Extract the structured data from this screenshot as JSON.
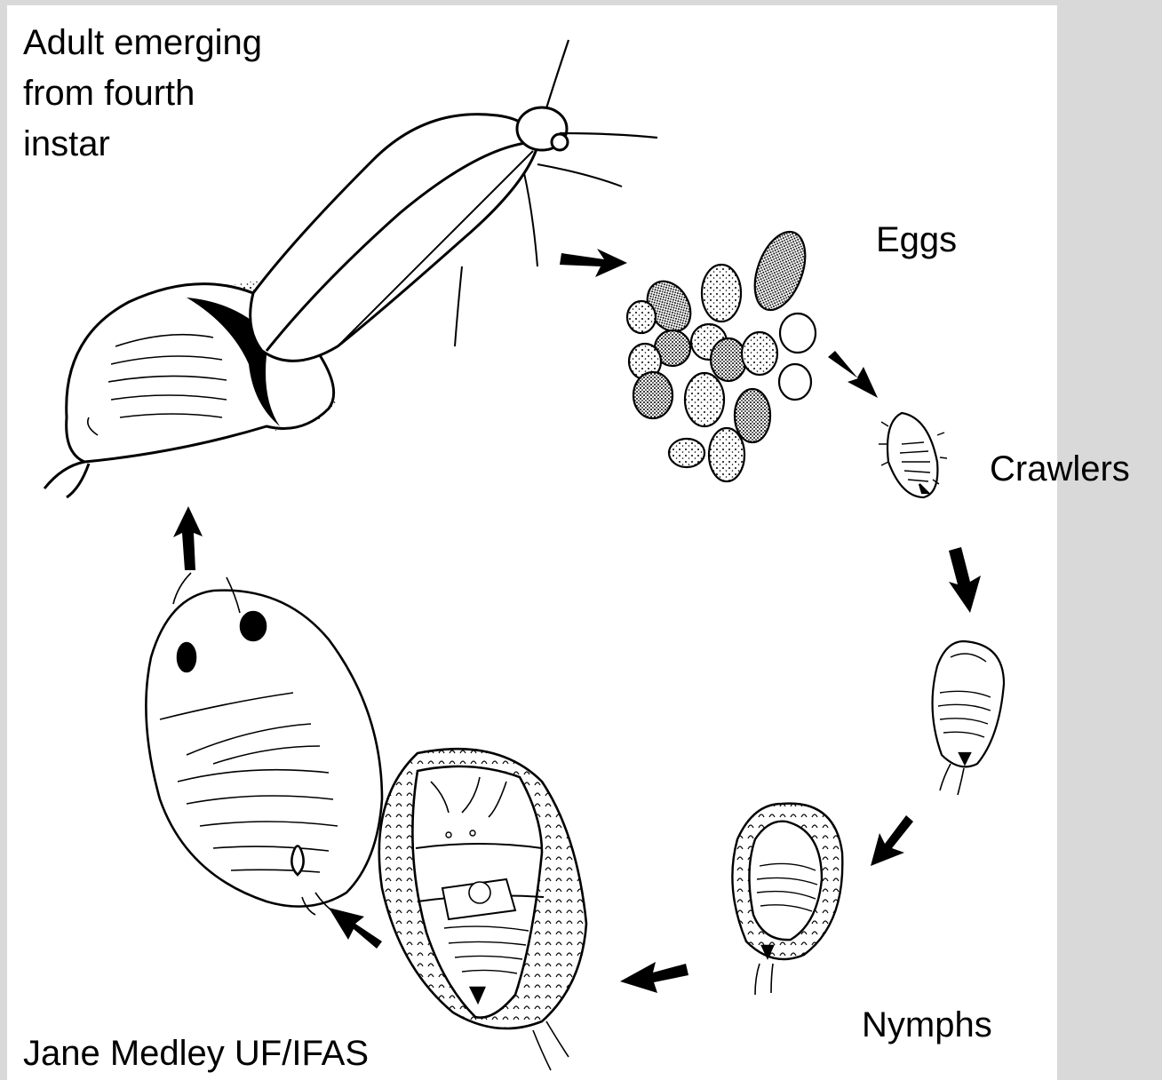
{
  "labels": {
    "adult": "Adult emerging\nfrom fourth\ninstar",
    "eggs": "Eggs",
    "crawlers": "Crawlers",
    "nymphs": "Nymphs",
    "credit": "Jane Medley UF/IFAS"
  },
  "stages": [
    "adult",
    "eggs",
    "crawler",
    "nymph",
    "nymph",
    "fourth-instar",
    "fourth-instar"
  ],
  "colors": {
    "background": "#d9d9d9",
    "panel": "#ffffff",
    "ink": "#000000"
  }
}
